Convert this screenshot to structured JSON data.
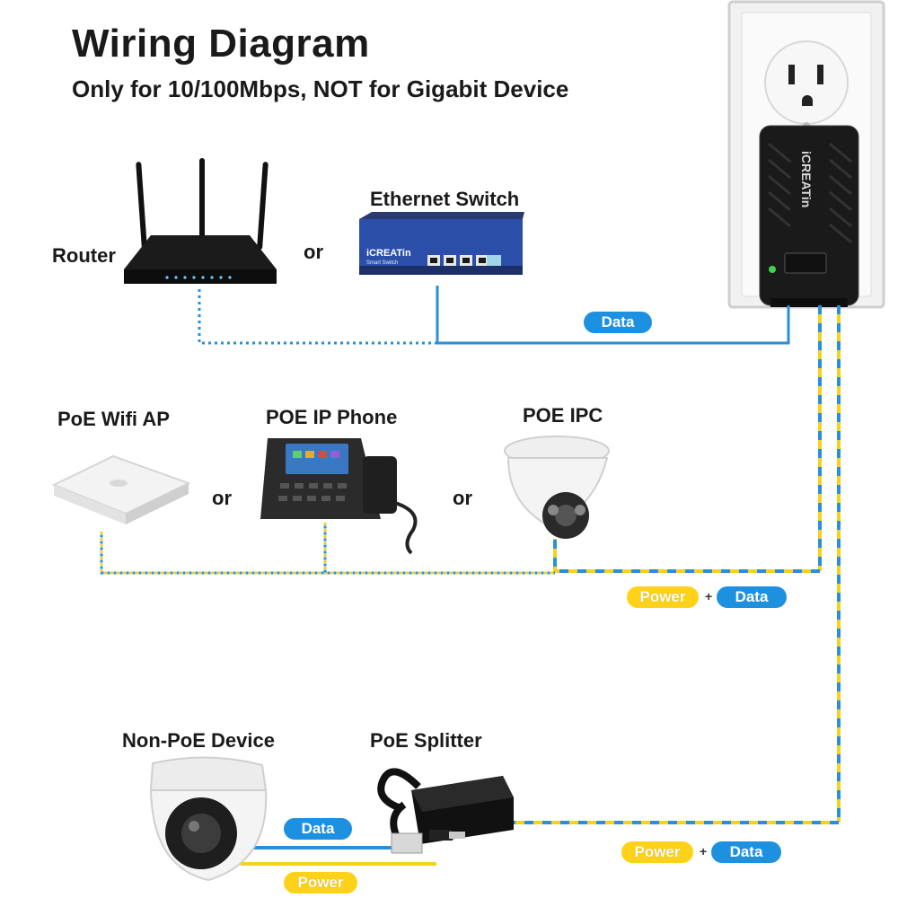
{
  "header": {
    "title": "Wiring Diagram",
    "subtitle": "Only for 10/100Mbps, NOT for Gigabit Device"
  },
  "devices": {
    "router": "Router",
    "switch": "Ethernet Switch",
    "wifi_ap": "PoE Wifi AP",
    "ip_phone": "POE IP Phone",
    "ipc": "POE IPC",
    "non_poe": "Non-PoE Device",
    "splitter": "PoE Splitter"
  },
  "connectors": {
    "or": "or",
    "plus": "+"
  },
  "tags": {
    "data": "Data",
    "power": "Power"
  },
  "brand": {
    "switch_logo": "iCREATin",
    "switch_sub": "Smart Switch",
    "injector_logo": "iCREATin"
  },
  "colors": {
    "data_line": "#2a8fd8",
    "power_line": "#f6d21d",
    "data_pill": "#1e90e0",
    "power_pill": "#ffd21a"
  }
}
